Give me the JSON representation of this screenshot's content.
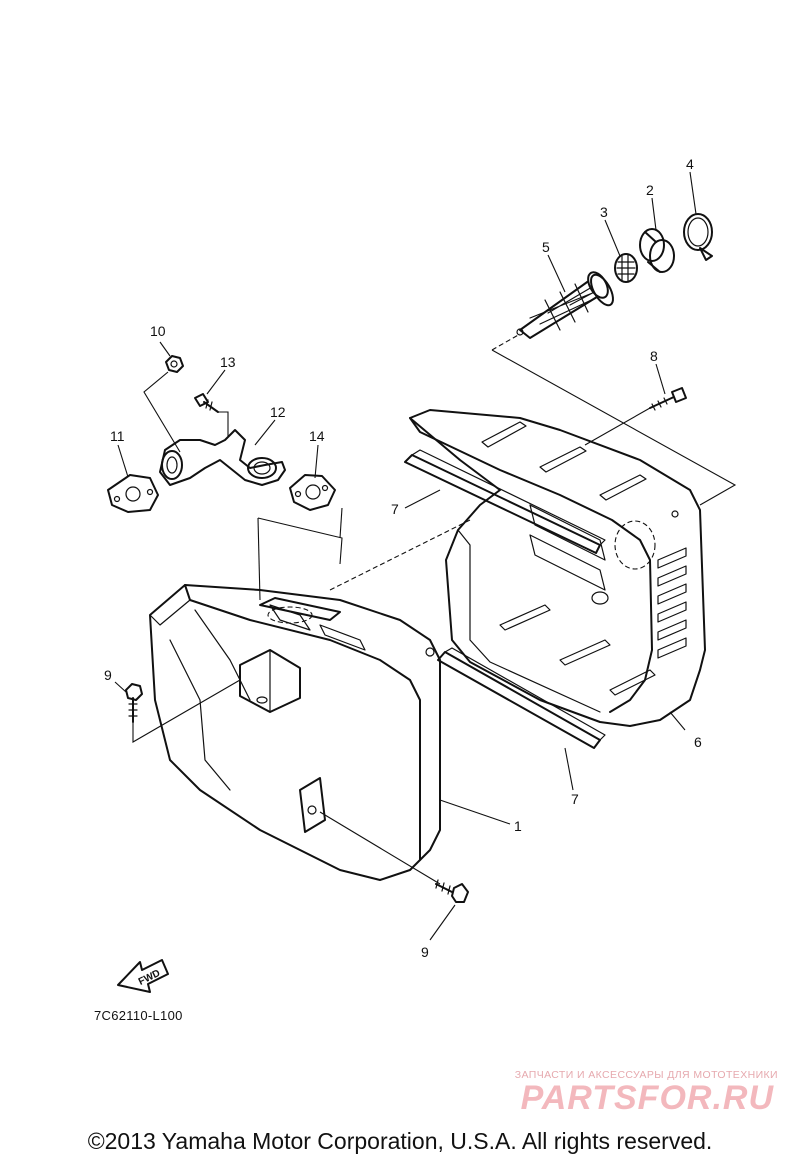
{
  "callouts": {
    "c1": "1",
    "c2": "2",
    "c3": "3",
    "c4": "4",
    "c5": "5",
    "c6": "6",
    "c7a": "7",
    "c7b": "7",
    "c8": "8",
    "c9a": "9",
    "c9b": "9",
    "c10": "10",
    "c11": "11",
    "c12": "12",
    "c13": "13",
    "c14": "14"
  },
  "fwd_label": "FWD",
  "diagram_code": "7C62110-L100",
  "watermark": {
    "tagline": "ЗАПЧАСТИ И АКСЕССУАРЫ ДЛЯ МОТОТЕХНИКИ",
    "logo": "PARTSFOR.RU"
  },
  "copyright": "©2013 Yamaha Motor Corporation, U.S.A. All rights reserved."
}
